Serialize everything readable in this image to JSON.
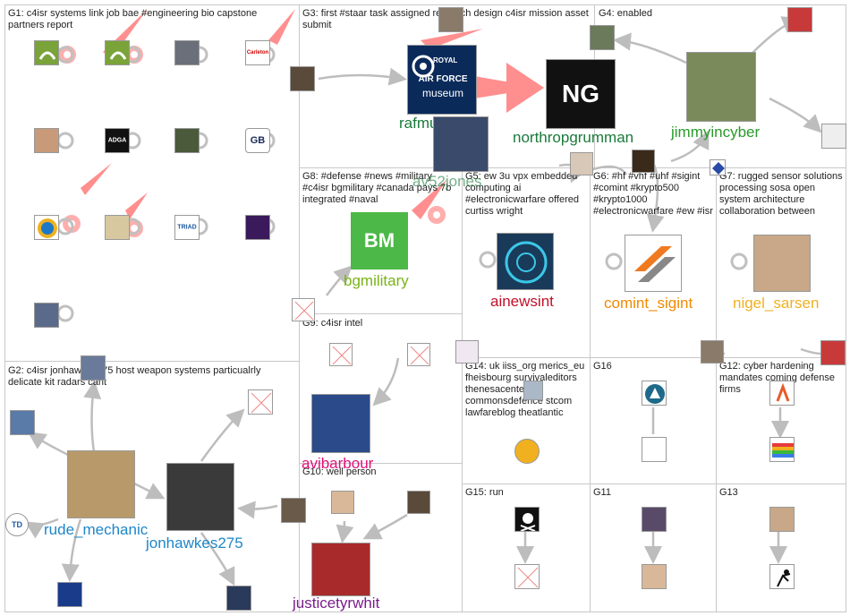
{
  "groups": [
    {
      "id": "G1",
      "title": "G1: c4isr systems link job bae #engineering bio capstone partners report"
    },
    {
      "id": "G2",
      "title": "G2: c4isr jonhawkes275 host weapon systems particualrly delicate kit radars cant"
    },
    {
      "id": "G3",
      "title": "G3: first #staar task assigned research design c4isr mission asset submit"
    },
    {
      "id": "G4",
      "title": "G4: enabled"
    },
    {
      "id": "G5",
      "title": "G5: ew 3u vpx embedded computing ai #electronicwarfare offered curtiss wright"
    },
    {
      "id": "G6",
      "title": "G6: #hf #vhf #uhf #sigint #comint #krypto500 #krypto1000 #electronicwarfare #ew #isr"
    },
    {
      "id": "G7",
      "title": "G7: rugged sensor solutions processing sosa open system architecture collaboration between"
    },
    {
      "id": "G8",
      "title": "G8: #defense #news #military #c4isr bgmilitary #canada pays 7b integrated #naval"
    },
    {
      "id": "G9",
      "title": "G9: c4isr intel"
    },
    {
      "id": "G10",
      "title": "G10: well person"
    },
    {
      "id": "G11",
      "title": "G11"
    },
    {
      "id": "G12",
      "title": "G12: cyber hardening mandates coming defense firms"
    },
    {
      "id": "G13",
      "title": "G13"
    },
    {
      "id": "G14",
      "title": "G14: uk iiss_org merics_eu fheisbourg survivaleditors thenesacenter commonsdefence stcom lawfareblog theatlantic"
    },
    {
      "id": "G15",
      "title": "G15: run"
    },
    {
      "id": "G16",
      "title": "G16"
    }
  ],
  "labels": {
    "rafmuseum": "rafmuseum",
    "northropgrumman": "northropgrumman",
    "jimmyincyber": "jimmyincyber",
    "av52jones": "av52jones",
    "bgmilitary": "bgmilitary",
    "ainewsint": "ainewsint",
    "comint_sigint": "comint_sigint",
    "nigel_sarsen": "nigel_sarsen",
    "avibarbour": "avibarbour",
    "justicetyrwhit": "justicetyrwhit",
    "rude_mechanic": "rude_mechanic",
    "jonhawkes275": "jonhawkes275"
  },
  "logos": {
    "raf_line1": "ROYAL",
    "raf_line2": "AIR FORCE",
    "raf_line3": "museum",
    "ng": "NG",
    "bm": "BM",
    "adga": "ADGA",
    "gb": "GB",
    "triad": "TRIAD",
    "td": "TD",
    "carleton": "Carleton"
  },
  "colors": {
    "edge": "#bdbdbd",
    "strong_edge": "#ff6b6b",
    "green_label": "#1a7a3a",
    "lime_label": "#7ab317",
    "red_label": "#c0102a",
    "orange_label": "#f08a00",
    "blue_label": "#1e86c8",
    "purple_label": "#7a1e8a",
    "pink_label": "#e0107a"
  }
}
